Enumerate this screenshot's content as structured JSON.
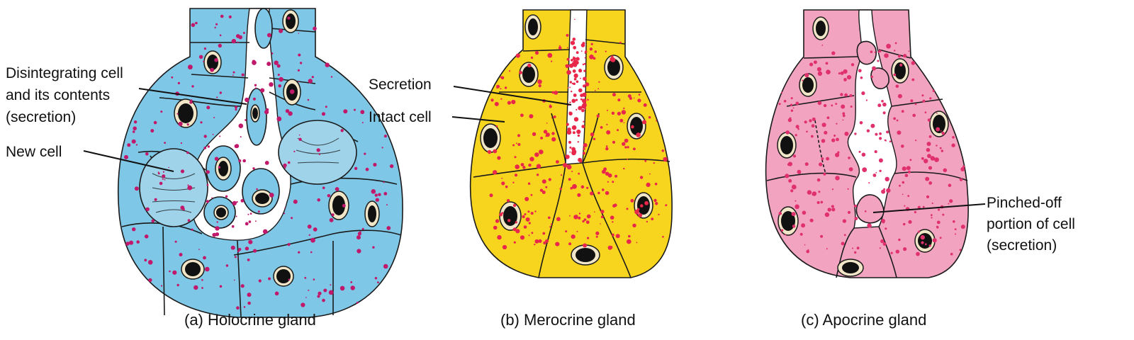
{
  "colors": {
    "holocrine_fill": "#7fc7e6",
    "merocrine_fill": "#f7d51e",
    "apocrine_fill": "#f2a3c0",
    "holocrine_granules": "#c0186a",
    "merocrine_granules": "#e8274a",
    "apocrine_granules": "#e0306e"
  },
  "panels": {
    "holocrine": {
      "caption": "(a) Holocrine gland",
      "labels": {
        "disintegrating_1": "Disintegrating cell",
        "disintegrating_2": "and its contents",
        "disintegrating_3": "(secretion)",
        "new_cell": "New cell"
      }
    },
    "merocrine": {
      "caption": "(b) Merocrine gland",
      "labels": {
        "secretion": "Secretion",
        "intact_cell": "Intact cell"
      }
    },
    "apocrine": {
      "caption": "(c) Apocrine gland",
      "labels": {
        "pinched_1": "Pinched-off",
        "pinched_2": "portion of cell",
        "pinched_3": "(secretion)"
      }
    }
  }
}
